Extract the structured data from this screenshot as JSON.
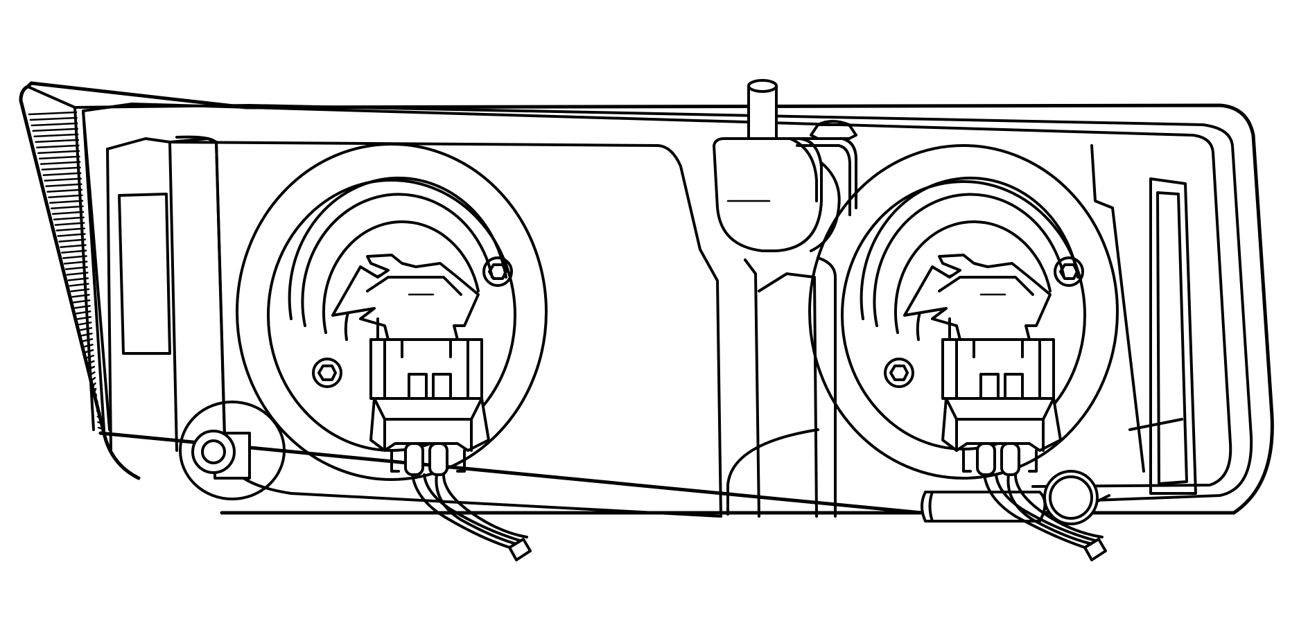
{
  "figure": {
    "subject": "headlamp-assembly-rear-view",
    "colors": {
      "ink": "#000000",
      "paper": "#ffffff"
    }
  },
  "parts": [
    "housing",
    "side-marker-lens",
    "mounting-tab",
    "vent-tube",
    "adjuster-bolt",
    "left-bulb-socket",
    "right-bulb-socket",
    "left-connector",
    "right-connector",
    "locator-pin",
    "wire-grommet"
  ]
}
